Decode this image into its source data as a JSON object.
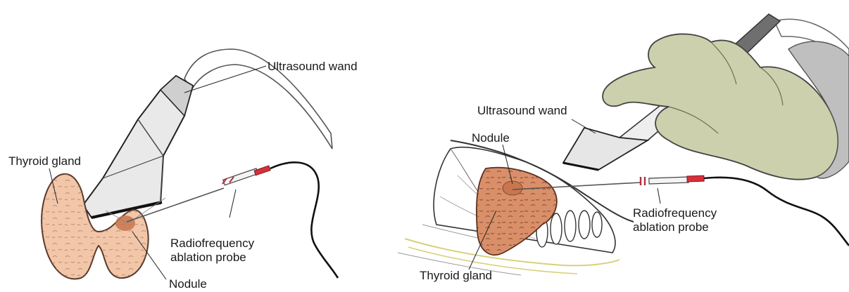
{
  "left_panel": {
    "labels": {
      "ultrasound_wand": "Ultrasound wand",
      "thyroid_gland": "Thyroid gland",
      "rf_probe_line1": "Radiofrequency",
      "rf_probe_line2": "ablation probe",
      "nodule": "Nodule"
    }
  },
  "right_panel": {
    "labels": {
      "ultrasound_wand": "Ultrasound wand",
      "nodule": "Nodule",
      "rf_probe_line1": "Radiofrequency",
      "rf_probe_line2": "ablation probe",
      "thyroid_gland": "Thyroid gland"
    }
  },
  "colors": {
    "thyroid_fill": "#f1c6a9",
    "thyroid_right_fill": "#d9906a",
    "nodule_fill": "#c8764e",
    "wand_fill": "#e9e9e9",
    "glove_fill": "#cdd0ad",
    "probe_red": "#d8303a",
    "cable_black": "#111111"
  }
}
